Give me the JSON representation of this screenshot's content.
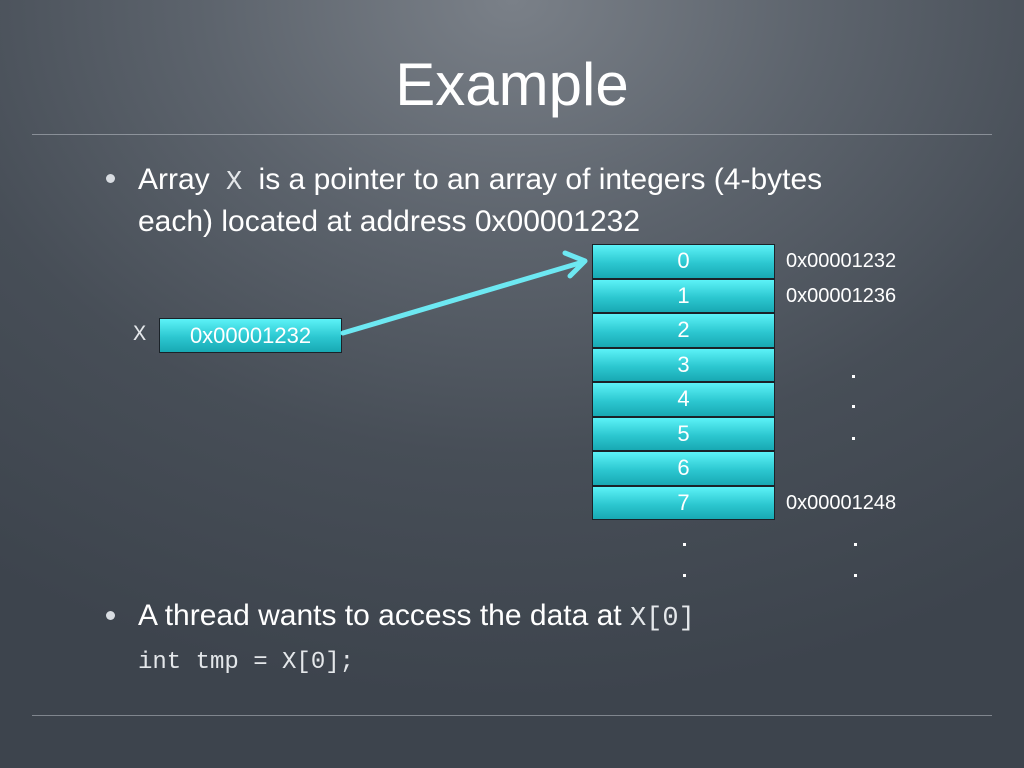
{
  "slide": {
    "title": "Example",
    "bullets": [
      {
        "line1_pre": "Array ",
        "line1_code": "X",
        "line1_post": " is a pointer to an array of integers (4-bytes",
        "line2": "each) located at address 0x00001232"
      },
      {
        "text_pre": "A thread wants to access the data at ",
        "text_code": "X[0]"
      }
    ],
    "code_line": "int tmp = X[0];"
  },
  "diagram": {
    "pointer_label": "X",
    "pointer_value": "0x00001232",
    "array_cells": [
      "0",
      "1",
      "2",
      "3",
      "4",
      "5",
      "6",
      "7"
    ],
    "addresses": {
      "cell0": "0x00001232",
      "cell1": "0x00001236",
      "cell7": "0x00001248"
    },
    "arrow_color": "#6de8f2",
    "cell_color": "#2cc7d0"
  }
}
